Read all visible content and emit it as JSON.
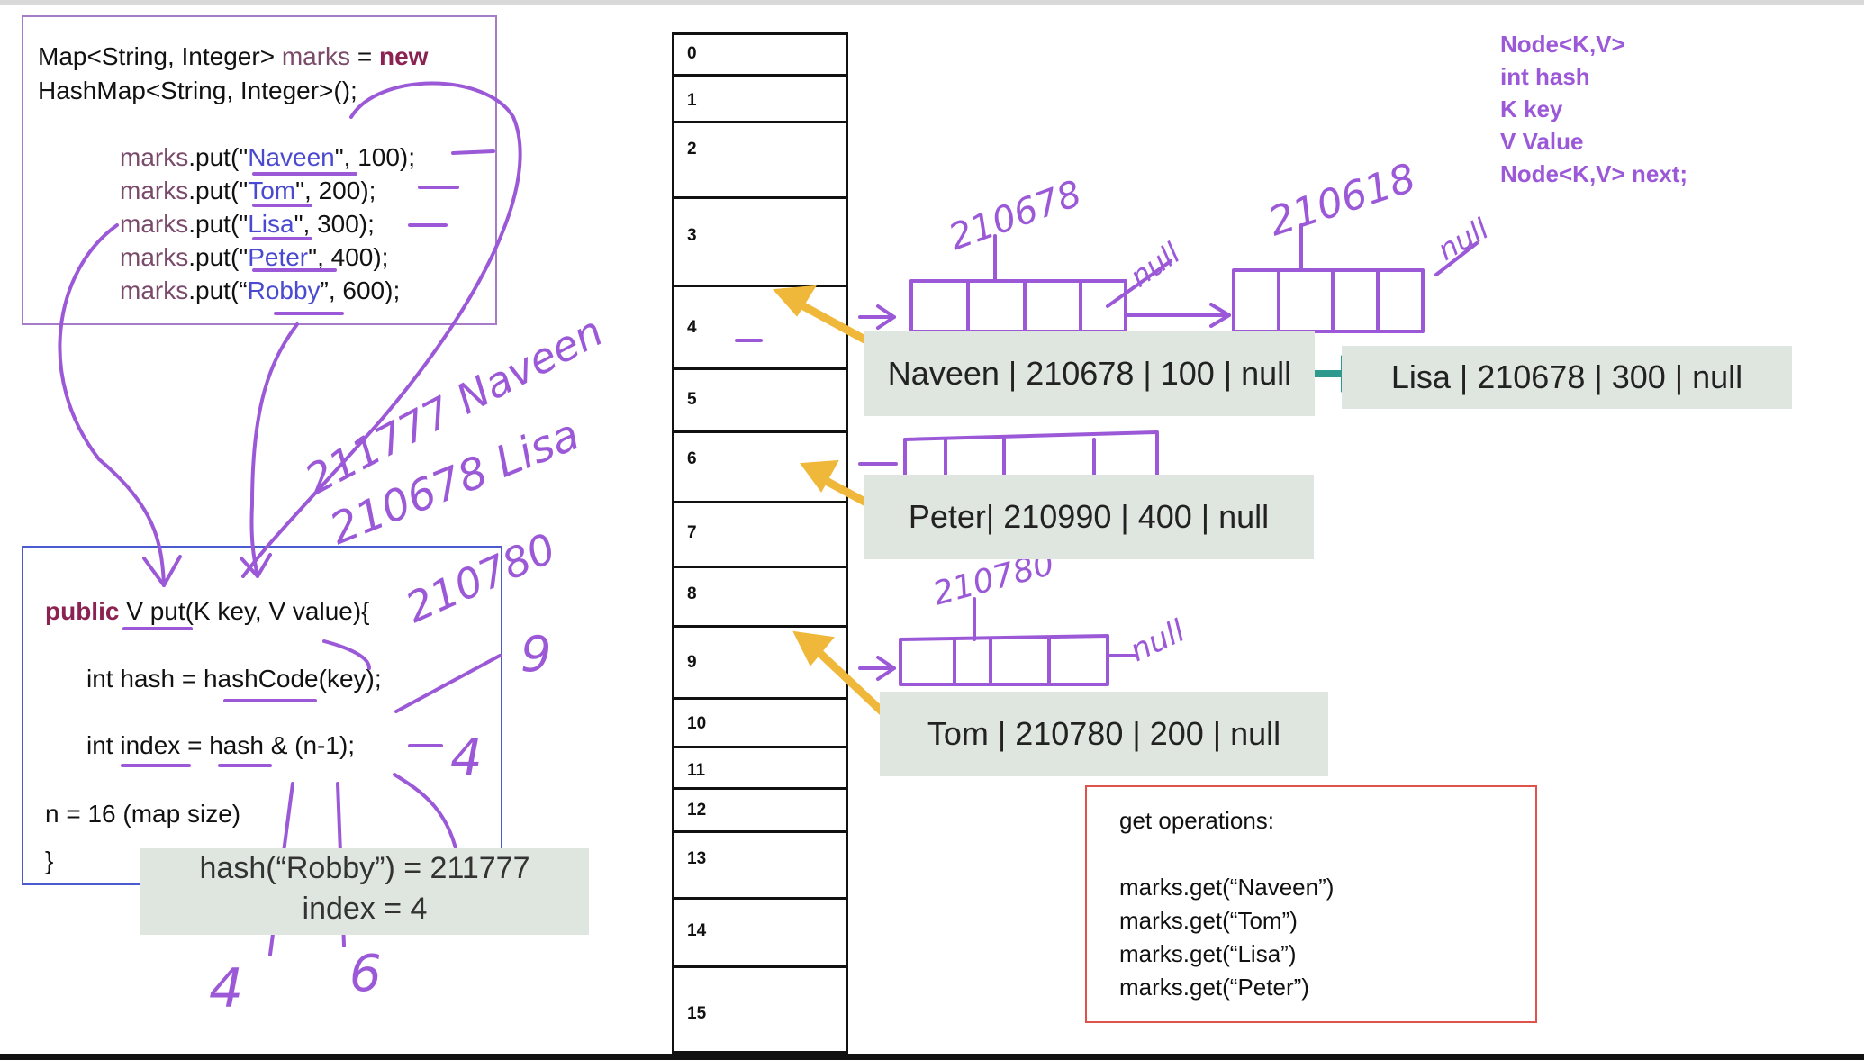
{
  "declaration": {
    "line1_prefix": "Map<String, Integer> ",
    "line1_var": "marks",
    "line1_eq": " = ",
    "line1_new": "new",
    "line2": "HashMap<String, Integer>();"
  },
  "puts": [
    {
      "prefix": "marks",
      "mid": ".put(\"",
      "key": "Naveen",
      "suffix": "\", 100);"
    },
    {
      "prefix": "marks",
      "mid": ".put(\"",
      "key": "Tom",
      "suffix": "\", 200);"
    },
    {
      "prefix": "marks",
      "mid": ".put(\"",
      "key": "Lisa",
      "suffix": "\", 300);"
    },
    {
      "prefix": "marks",
      "mid": ".put(\"",
      "key": "Peter",
      "suffix": "\", 400);"
    },
    {
      "prefix": "marks",
      "mid": ".put(“",
      "key": "Robby",
      "suffix": "”, 600);"
    }
  ],
  "put_method": {
    "signature_kw": "public",
    "signature_rest": " V put(K key, V value){",
    "line_hash": "int hash = hashCode(key);",
    "line_index": "int index = hash & (n-1);",
    "line_n": "n = 16 (map size)",
    "line_close": "}"
  },
  "node_structure": [
    "Node<K,V>",
    "int hash",
    "K key",
    "V Value",
    "Node<K,V> next;"
  ],
  "buckets": [
    "0",
    "1",
    "2",
    "3",
    "4",
    "5",
    "6",
    "7",
    "8",
    "9",
    "10",
    "11",
    "12",
    "13",
    "14",
    "15"
  ],
  "entries": {
    "naveen": "Naveen | 210678 | 100 | null",
    "lisa": "Lisa | 210678 | 300 | null",
    "peter": "Peter| 210990 | 400 | null",
    "tom": "Tom | 210780 | 200 | null"
  },
  "hash_calc": {
    "line1": "hash(“Robby”) = 211777",
    "line2": "index =  4"
  },
  "get_ops": {
    "title": "get operations:",
    "lines": [
      "marks.get(“Naveen”)",
      "marks.get(“Tom”)",
      "marks.get(“Lisa”)",
      "marks.get(“Peter”)"
    ]
  },
  "handwritten": {
    "h1": "210678",
    "h2": "210618",
    "h3": "210780",
    "h4": "211777 Naveen",
    "h5": "210678 Lisa",
    "h6": "210780",
    "h7": "null",
    "h8": "null",
    "h9": "null",
    "h10": "9",
    "h11": "4",
    "h12": "4",
    "h13": "6"
  },
  "colors": {
    "ink_purple": "#9b59d8",
    "arrow_yellow": "#f0b83a",
    "arrow_teal": "#2e9a8e",
    "label_bg": "#dfe5df",
    "code_box_border": "#a67bc7",
    "put_box_border": "#4a5bd0",
    "get_box_border": "#e0534a"
  }
}
